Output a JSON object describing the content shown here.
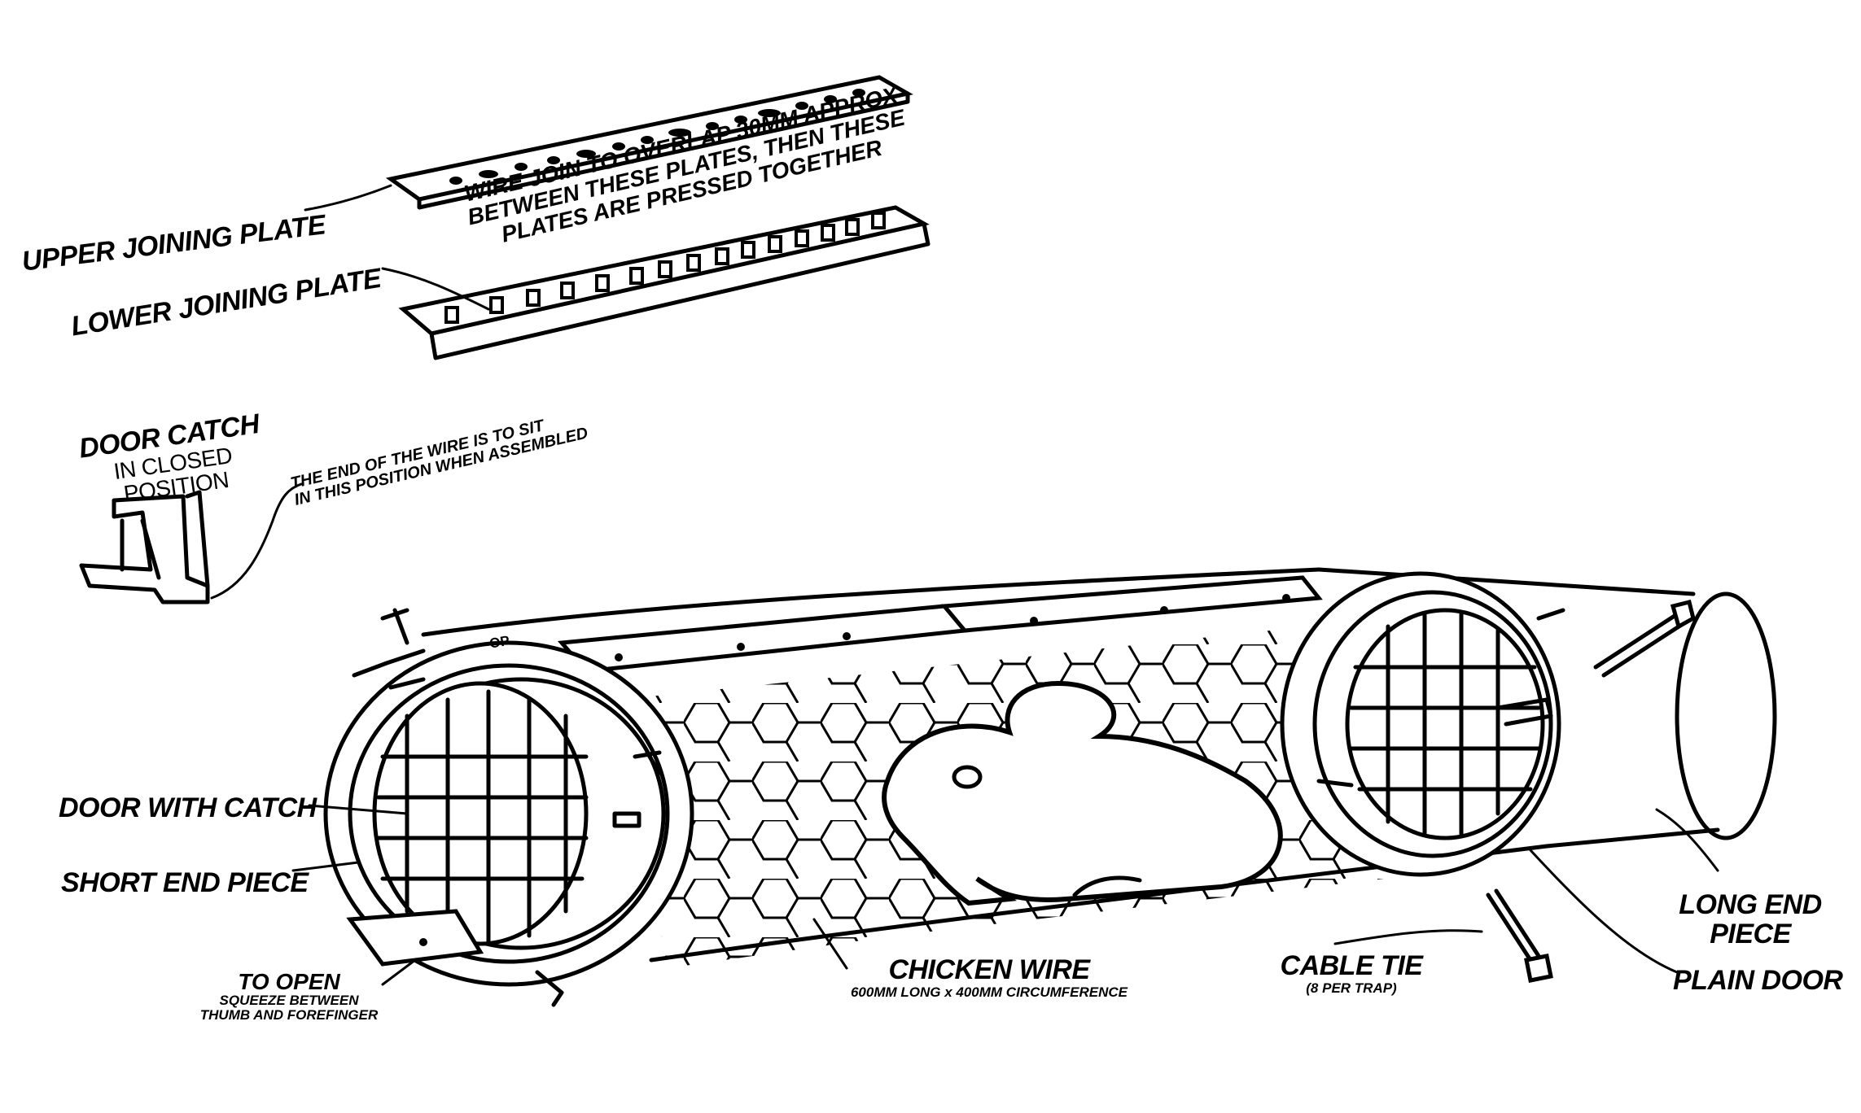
{
  "diagram": {
    "labels": {
      "upper_joining_plate": "UPPER JOINING PLATE",
      "lower_joining_plate": "LOWER JOINING PLATE",
      "wire_join_note_1": "WIRE JOIN TO OVERLAP 30MM APPROX",
      "wire_join_note_2": "BETWEEN THESE  PLATES, THEN THESE",
      "wire_join_note_3": "PLATES ARE PRESSED TOGETHER",
      "door_catch": "DOOR CATCH",
      "door_catch_sub_1": "IN CLOSED",
      "door_catch_sub_2": "POSITION",
      "wire_end_note_1": "THE END OF THE WIRE IS TO SIT",
      "wire_end_note_2": "IN THIS POSITION WHEN ASSEMBLED",
      "door_with_catch": "DOOR WITH CATCH",
      "short_end_piece": "SHORT END PIECE",
      "to_open": "TO OPEN",
      "to_open_sub_1": "SQUEEZE BETWEEN",
      "to_open_sub_2": "THUMB AND FOREFINGER",
      "chicken_wire": "CHICKEN WIRE",
      "chicken_wire_sub": "600MM LONG x 400MM CIRCUMFERENCE",
      "cable_tie": "CABLE TIE",
      "cable_tie_sub": "(8 PER TRAP)",
      "long_end_piece_1": "LONG END",
      "long_end_piece_2": "PIECE",
      "plain_door": "PLAIN DOOR",
      "op_mark": "OP"
    }
  }
}
